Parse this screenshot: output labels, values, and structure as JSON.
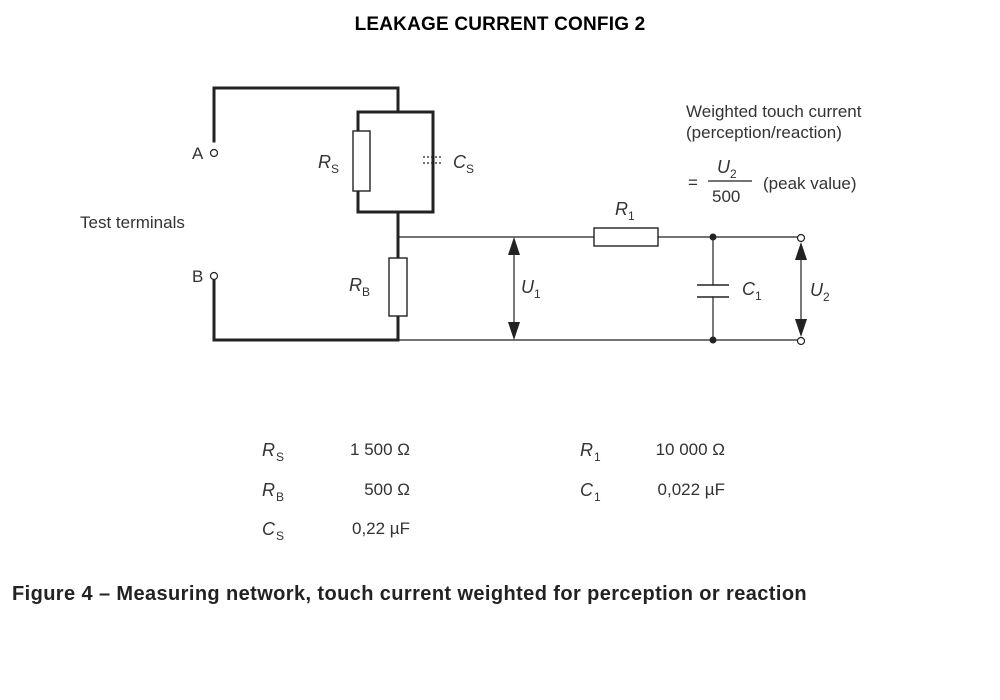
{
  "title": "LEAKAGE CURRENT CONFIG 2",
  "terminals": {
    "a_label": "A",
    "b_label": "B",
    "test_terminals_label": "Test terminals"
  },
  "components": {
    "rs": {
      "symbol": "R",
      "sub": "S"
    },
    "cs": {
      "symbol": "C",
      "sub": "S"
    },
    "rb": {
      "symbol": "R",
      "sub": "B"
    },
    "r1": {
      "symbol": "R",
      "sub": "1"
    },
    "c1": {
      "symbol": "C",
      "sub": "1"
    },
    "u1": {
      "symbol": "U",
      "sub": "1"
    },
    "u2": {
      "symbol": "U",
      "sub": "2"
    }
  },
  "formula": {
    "line1": "Weighted touch current",
    "line2": "(perception/reaction)",
    "equals": "=",
    "numerator_symbol": "U",
    "numerator_sub": "2",
    "denominator": "500",
    "note": "(peak value)"
  },
  "parameters": [
    {
      "symbol": "R",
      "sub": "S",
      "value": "1 500 Ω"
    },
    {
      "symbol": "R",
      "sub": "B",
      "value": "500 Ω"
    },
    {
      "symbol": "C",
      "sub": "S",
      "value": "0,22 µF"
    },
    {
      "symbol": "R",
      "sub": "1",
      "value": "10 000 Ω"
    },
    {
      "symbol": "C",
      "sub": "1",
      "value": "0,022 µF"
    }
  ],
  "caption": "Figure 4 – Measuring network, touch current weighted for perception or reaction"
}
